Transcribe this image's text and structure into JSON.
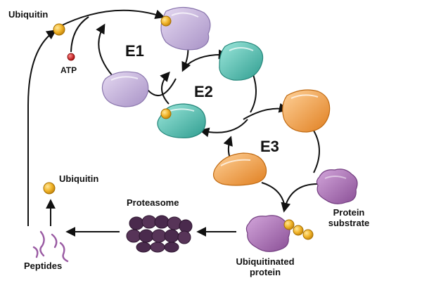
{
  "labels": {
    "ubiquitin_top": "Ubiquitin",
    "atp": "ATP",
    "e1": "E1",
    "e2": "E2",
    "e3": "E3",
    "ubiquitin_left": "Ubiquitin",
    "proteasome": "Proteasome",
    "protein_substrate_line1": "Protein",
    "protein_substrate_line2": "substrate",
    "ubiquitinated_line1": "Ubiquitinated",
    "ubiquitinated_line2": "protein",
    "peptides": "Peptides"
  },
  "colors": {
    "e1": "#c9b8dd",
    "e1_shade": "#9f8bbd",
    "e2": "#55c9ba",
    "e2_shade": "#2e9a8e",
    "e3": "#f5a64c",
    "e3_shade": "#db7e24",
    "substrate": "#b27bbd",
    "substrate_shade": "#8b4f97",
    "proteasome": "#4a2a4d",
    "ubiquitin": "#f1b52a",
    "atp": "#d21f1f",
    "peptides": "#9a5ba3",
    "arrows": "#111111"
  }
}
